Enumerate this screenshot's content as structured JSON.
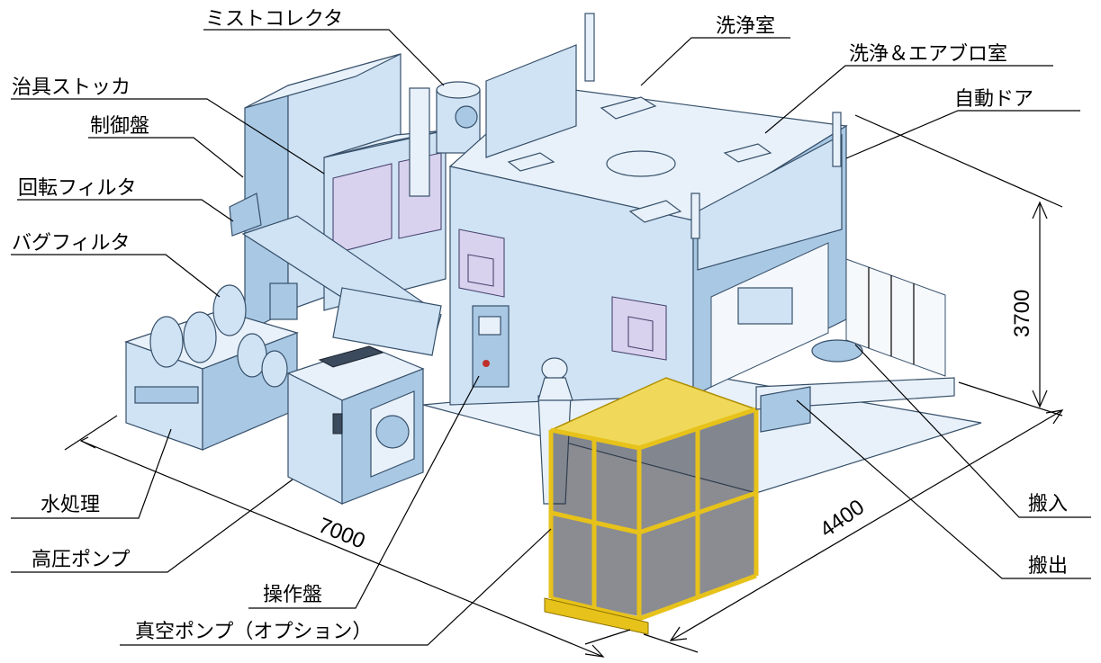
{
  "labels": {
    "mist_collector": "ミストコレクタ",
    "washing_room": "洗浄室",
    "wash_air_blow_room": "洗浄＆エアブロ室",
    "jig_stocker": "治具ストッカ",
    "auto_door": "自動ドア",
    "control_panel": "制御盤",
    "rotary_filter": "回転フィルタ",
    "bag_filter": "バグフィルタ",
    "water_treatment": "水処理",
    "high_pressure_pump": "高圧ポンプ",
    "operation_panel": "操作盤",
    "vacuum_pump_option": "真空ポンプ（オプション）",
    "carry_in": "搬入",
    "carry_out": "搬出"
  },
  "dimensions": {
    "height": "3700",
    "depth": "4400",
    "width": "7000"
  },
  "colors": {
    "machine_body": "#cfe3f4",
    "cage_frame": "#e7c21a"
  }
}
